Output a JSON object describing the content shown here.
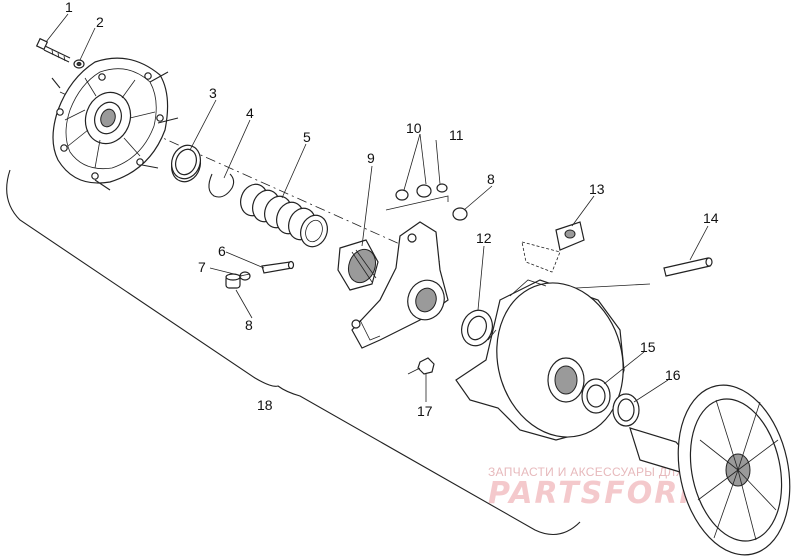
{
  "callouts": {
    "c1": "1",
    "c2": "2",
    "c3": "3",
    "c4": "4",
    "c5": "5",
    "c6": "6",
    "c7": "7",
    "c8a": "8",
    "c8b": "8",
    "c9": "9",
    "c10": "10",
    "c11": "11",
    "c12": "12",
    "c13": "13",
    "c14": "14",
    "c15": "15",
    "c16": "16",
    "c17": "17",
    "c18": "18"
  },
  "watermark": {
    "line1": "ЗАПЧАСТИ И АКСЕССУАРЫ ДЛЯ МОТОТЕХНИКИ",
    "brand": "PARTSFORM.RU"
  }
}
